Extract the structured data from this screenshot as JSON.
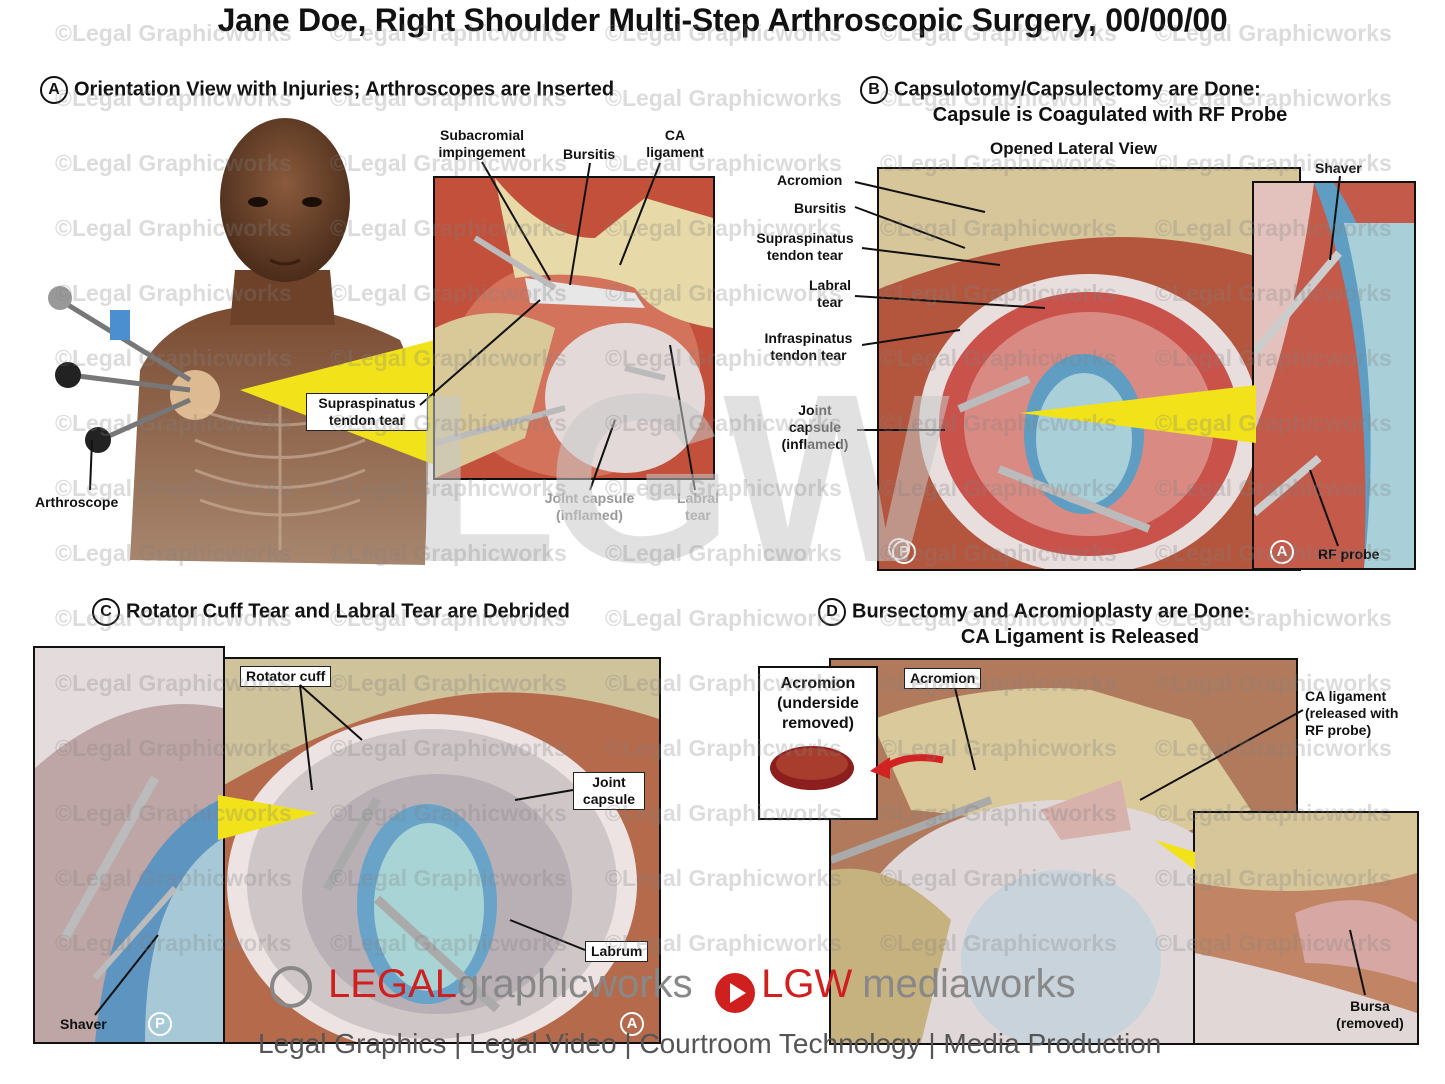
{
  "title": "Jane Doe, Right Shoulder Multi-Step Arthroscopic Surgery, 00/00/00",
  "watermark_text": "©Legal Graphicworks",
  "big_watermark": "LGW",
  "panels": {
    "a": {
      "badge": "A",
      "title": "Orientation View with Injuries; Arthroscopes are Inserted",
      "labels": {
        "subacromial": "Subacromial impingement",
        "bursitis": "Bursitis",
        "ca_ligament": "CA ligament",
        "supraspinatus": "Supraspinatus tendon tear",
        "joint_capsule": "Joint capsule (inflamed)",
        "labral_tear": "Labral tear",
        "arthroscope": "Arthroscope"
      }
    },
    "b": {
      "badge": "B",
      "title_line1": "Capsulotomy/Capsulectomy are Done:",
      "title_line2": "Capsule is Coagulated with RF Probe",
      "subtitle": "Opened Lateral View",
      "labels": {
        "acromion": "Acromion",
        "bursitis": "Bursitis",
        "supraspinatus": "Supraspinatus tendon tear",
        "labral": "Labral tear",
        "infraspinatus": "Infraspinatus tendon tear",
        "joint_capsule": "Joint capsule (inflamed)",
        "shaver": "Shaver",
        "rf_probe": "RF probe"
      },
      "corner_p": "P",
      "corner_a": "A"
    },
    "c": {
      "badge": "C",
      "title": "Rotator Cuff Tear and Labral Tear are Debrided",
      "labels": {
        "rotator_cuff": "Rotator cuff",
        "joint_capsule": "Joint capsule",
        "labrum": "Labrum",
        "shaver": "Shaver"
      },
      "corner_p": "P",
      "corner_a": "A"
    },
    "d": {
      "badge": "D",
      "title_line1": "Bursectomy and Acromioplasty are Done:",
      "title_line2": "CA Ligament is Released",
      "labels": {
        "acromion_removed": "Acromion (underside removed)",
        "acromion": "Acromion",
        "ca_ligament": "CA ligament (released with RF probe)",
        "bursa": "Bursa (removed)"
      }
    }
  },
  "footer": {
    "legal": "LEGAL",
    "graphicworks": "graphicworks",
    "lgw": "LGW",
    "mediaworks": "mediaworks",
    "tagline": "Legal Graphics | Legal Video | Courtroom Technology | Media Production"
  }
}
